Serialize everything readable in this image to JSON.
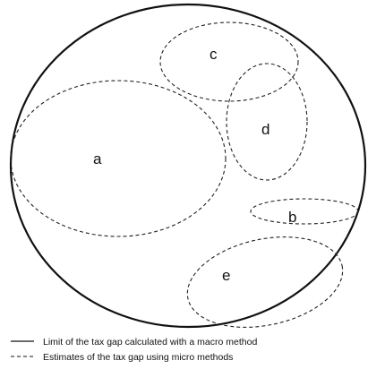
{
  "diagram": {
    "regions": [
      {
        "id": "a",
        "label": "a"
      },
      {
        "id": "c",
        "label": "c"
      },
      {
        "id": "d",
        "label": "d"
      },
      {
        "id": "b",
        "label": "b"
      },
      {
        "id": "e",
        "label": "e"
      }
    ],
    "legend": {
      "solid": "Limit of the tax gap calculated with a macro method",
      "dashed": "Estimates of the tax gap using micro methods"
    },
    "colors": {
      "line": "#111111",
      "background": "#ffffff"
    }
  }
}
